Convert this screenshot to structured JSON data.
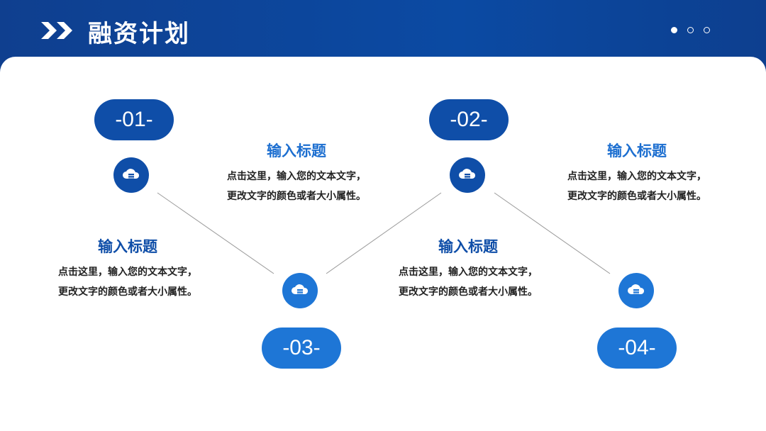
{
  "header": {
    "title": "融资计划",
    "pagination": {
      "count": 3,
      "active_index": 0
    }
  },
  "colors": {
    "primary_dark": "#0f4ea8",
    "primary_light": "#1e76d6",
    "header_bg": "#0d3f8f"
  },
  "steps": [
    {
      "number": "-01-",
      "heading": "输入标题",
      "body": "点击这里，输入您的文本文字，更改文字的颜色或者大小属性。",
      "icon": "cloud-server-icon"
    },
    {
      "number": "-02-",
      "heading": "输入标题",
      "body": "点击这里，输入您的文本文字，更改文字的颜色或者大小属性。",
      "icon": "cloud-server-icon"
    },
    {
      "number": "-03-",
      "heading": "输入标题",
      "body": "点击这里，输入您的文本文字，更改文字的颜色或者大小属性。",
      "icon": "cloud-server-icon"
    },
    {
      "number": "-04-",
      "heading": "输入标题",
      "body": "点击这里，输入您的文本文字，更改文字的颜色或者大小属性。",
      "icon": "cloud-server-icon"
    }
  ]
}
